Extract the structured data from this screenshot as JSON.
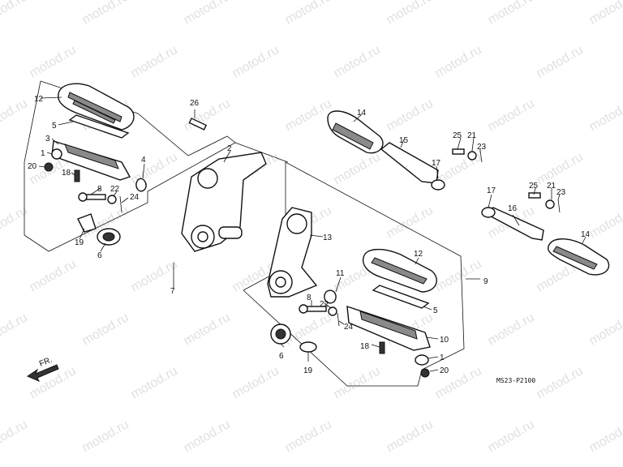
{
  "watermark": "motod.ru",
  "diagram_code": "MS23-P2100",
  "direction_label": "FR.",
  "callouts": [
    {
      "id": "c12a",
      "text": "12"
    },
    {
      "id": "c5a",
      "text": "5"
    },
    {
      "id": "c3",
      "text": "3"
    },
    {
      "id": "c1a",
      "text": "1"
    },
    {
      "id": "c20a",
      "text": "20"
    },
    {
      "id": "c18a",
      "text": "18"
    },
    {
      "id": "c4",
      "text": "4"
    },
    {
      "id": "c8a",
      "text": "8"
    },
    {
      "id": "c22a",
      "text": "22"
    },
    {
      "id": "c24a",
      "text": "24"
    },
    {
      "id": "c19a",
      "text": "19"
    },
    {
      "id": "c6a",
      "text": "6"
    },
    {
      "id": "c7",
      "text": "7"
    },
    {
      "id": "c26",
      "text": "26"
    },
    {
      "id": "c2",
      "text": "2"
    },
    {
      "id": "c14a",
      "text": "14"
    },
    {
      "id": "c15",
      "text": "15"
    },
    {
      "id": "c25a",
      "text": "25"
    },
    {
      "id": "c21a",
      "text": "21"
    },
    {
      "id": "c23a",
      "text": "23"
    },
    {
      "id": "c17a",
      "text": "17"
    },
    {
      "id": "c17b",
      "text": "17"
    },
    {
      "id": "c25b",
      "text": "25"
    },
    {
      "id": "c21b",
      "text": "21"
    },
    {
      "id": "c23b",
      "text": "23"
    },
    {
      "id": "c16",
      "text": "16"
    },
    {
      "id": "c14b",
      "text": "14"
    },
    {
      "id": "c13",
      "text": "13"
    },
    {
      "id": "c12b",
      "text": "12"
    },
    {
      "id": "c9",
      "text": "9"
    },
    {
      "id": "c11",
      "text": "11"
    },
    {
      "id": "c8b",
      "text": "8"
    },
    {
      "id": "c22b",
      "text": "22"
    },
    {
      "id": "c24b",
      "text": "24"
    },
    {
      "id": "c5b",
      "text": "5"
    },
    {
      "id": "c10",
      "text": "10"
    },
    {
      "id": "c18b",
      "text": "18"
    },
    {
      "id": "c1b",
      "text": "1"
    },
    {
      "id": "c20b",
      "text": "20"
    },
    {
      "id": "c6b",
      "text": "6"
    },
    {
      "id": "c19b",
      "text": "19"
    }
  ]
}
